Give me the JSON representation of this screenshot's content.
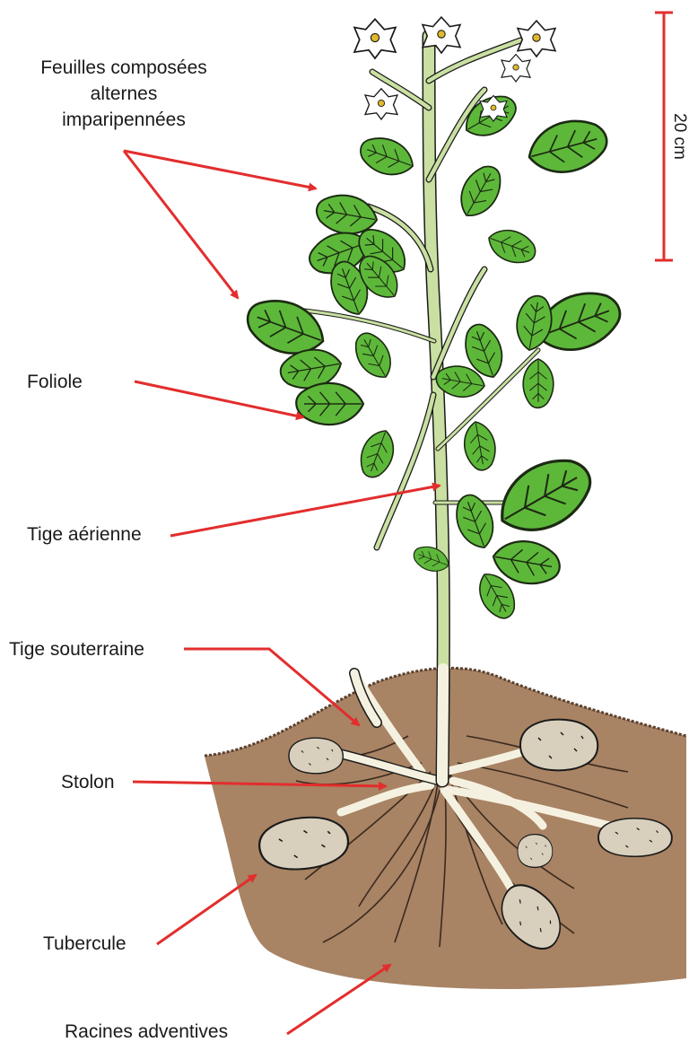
{
  "labels": {
    "feuilles_line1": "Feuilles composées",
    "feuilles_line2": "alternes",
    "feuilles_line3": "imparipennées",
    "foliole": "Foliole",
    "tige_aerienne": "Tige aérienne",
    "tige_souterraine": "Tige souterraine",
    "stolon": "Stolon",
    "tubercule": "Tubercule",
    "racines": "Racines adventives"
  },
  "scale_bar": {
    "label": "20 cm"
  },
  "colors": {
    "arrow": "#e32d2d",
    "leaf": "#5db83a",
    "leaf_vein": "#1c2a12",
    "stem": "#c9e0a2",
    "soil": "#a88364",
    "tuber": "#d8d0bd",
    "flower": "#ffffff",
    "root": "#3a2a1e"
  }
}
